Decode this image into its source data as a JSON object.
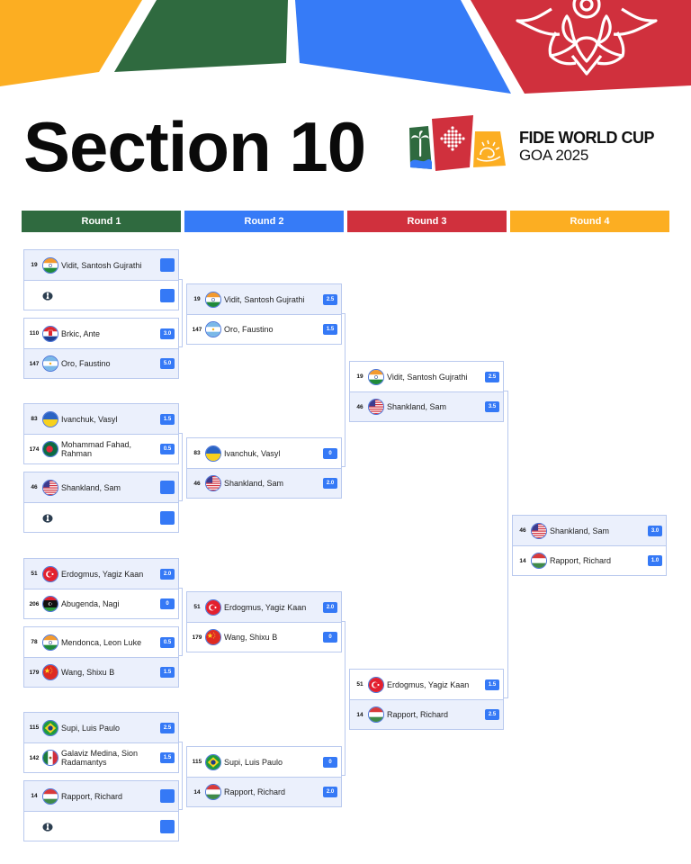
{
  "header": {
    "title": "Section 10",
    "logo_line1": "FIDE WORLD CUP",
    "logo_line2": "GOA 2025"
  },
  "colors": {
    "green": "#2f6a3f",
    "blue": "#367bf7",
    "red": "#d0303d",
    "yellow": "#fcae22",
    "win_row": "#ebf0fc",
    "score_badge": "#3579f6",
    "border": "#b9c9ee"
  },
  "rounds": [
    {
      "label": "Round 1",
      "color": "#2f6a3f"
    },
    {
      "label": "Round 2",
      "color": "#367bf7"
    },
    {
      "label": "Round 3",
      "color": "#d0303d"
    },
    {
      "label": "Round 4",
      "color": "#fcae22"
    }
  ],
  "round1": [
    {
      "players": [
        {
          "seed": "19",
          "flag": "india-flag-icon",
          "name": "Vidit, Santosh Gujrathi",
          "score": "",
          "winner": true
        },
        {
          "seed": "",
          "flag": "fide-logo-icon",
          "name": "",
          "score": "",
          "winner": false,
          "bye": true
        }
      ]
    },
    {
      "players": [
        {
          "seed": "110",
          "flag": "croatia-flag-icon",
          "name": "Brkic, Ante",
          "score": "3.0",
          "winner": false
        },
        {
          "seed": "147",
          "flag": "argentina-flag-icon",
          "name": "Oro, Faustino",
          "score": "5.0",
          "winner": true
        }
      ]
    },
    {
      "players": [
        {
          "seed": "83",
          "flag": "ukraine-flag-icon",
          "name": "Ivanchuk, Vasyl",
          "score": "1.5",
          "winner": true
        },
        {
          "seed": "174",
          "flag": "bangladesh-flag-icon",
          "name": "Mohammad Fahad, Rahman",
          "score": "0.5",
          "winner": false
        }
      ]
    },
    {
      "players": [
        {
          "seed": "46",
          "flag": "usa-flag-icon",
          "name": "Shankland, Sam",
          "score": "",
          "winner": true
        },
        {
          "seed": "",
          "flag": "fide-logo-icon",
          "name": "",
          "score": "",
          "winner": false,
          "bye": true
        }
      ]
    },
    {
      "players": [
        {
          "seed": "51",
          "flag": "turkey-flag-icon",
          "name": "Erdogmus, Yagiz Kaan",
          "score": "2.0",
          "winner": true
        },
        {
          "seed": "206",
          "flag": "libya-flag-icon",
          "name": "Abugenda, Nagi",
          "score": "0",
          "winner": false
        }
      ]
    },
    {
      "players": [
        {
          "seed": "78",
          "flag": "india-flag-icon",
          "name": "Mendonca, Leon Luke",
          "score": "0.5",
          "winner": false
        },
        {
          "seed": "179",
          "flag": "china-flag-icon",
          "name": "Wang, Shixu B",
          "score": "1.5",
          "winner": true
        }
      ]
    },
    {
      "players": [
        {
          "seed": "115",
          "flag": "brazil-flag-icon",
          "name": "Supi, Luis Paulo",
          "score": "2.5",
          "winner": true
        },
        {
          "seed": "142",
          "flag": "mexico-flag-icon",
          "name": "Galaviz Medina, Sion Radamantys",
          "score": "1.5",
          "winner": false
        }
      ]
    },
    {
      "players": [
        {
          "seed": "14",
          "flag": "hungary-flag-icon",
          "name": "Rapport, Richard",
          "score": "",
          "winner": true
        },
        {
          "seed": "",
          "flag": "fide-logo-icon",
          "name": "",
          "score": "",
          "winner": false,
          "bye": true
        }
      ]
    }
  ],
  "round2": [
    {
      "players": [
        {
          "seed": "19",
          "flag": "india-flag-icon",
          "name": "Vidit, Santosh Gujrathi",
          "score": "2.5",
          "winner": true
        },
        {
          "seed": "147",
          "flag": "argentina-flag-icon",
          "name": "Oro, Faustino",
          "score": "1.5",
          "winner": false
        }
      ]
    },
    {
      "players": [
        {
          "seed": "83",
          "flag": "ukraine-flag-icon",
          "name": "Ivanchuk, Vasyl",
          "score": "0",
          "winner": false
        },
        {
          "seed": "46",
          "flag": "usa-flag-icon",
          "name": "Shankland, Sam",
          "score": "2.0",
          "winner": true
        }
      ]
    },
    {
      "players": [
        {
          "seed": "51",
          "flag": "turkey-flag-icon",
          "name": "Erdogmus, Yagiz Kaan",
          "score": "2.0",
          "winner": true
        },
        {
          "seed": "179",
          "flag": "china-flag-icon",
          "name": "Wang, Shixu B",
          "score": "0",
          "winner": false
        }
      ]
    },
    {
      "players": [
        {
          "seed": "115",
          "flag": "brazil-flag-icon",
          "name": "Supi, Luis Paulo",
          "score": "0",
          "winner": false
        },
        {
          "seed": "14",
          "flag": "hungary-flag-icon",
          "name": "Rapport, Richard",
          "score": "2.0",
          "winner": true
        }
      ]
    }
  ],
  "round3": [
    {
      "players": [
        {
          "seed": "19",
          "flag": "india-flag-icon",
          "name": "Vidit, Santosh Gujrathi",
          "score": "2.5",
          "winner": false
        },
        {
          "seed": "46",
          "flag": "usa-flag-icon",
          "name": "Shankland, Sam",
          "score": "3.5",
          "winner": true
        }
      ]
    },
    {
      "players": [
        {
          "seed": "51",
          "flag": "turkey-flag-icon",
          "name": "Erdogmus, Yagiz Kaan",
          "score": "1.5",
          "winner": false
        },
        {
          "seed": "14",
          "flag": "hungary-flag-icon",
          "name": "Rapport, Richard",
          "score": "2.5",
          "winner": true
        }
      ]
    }
  ],
  "round4": [
    {
      "players": [
        {
          "seed": "46",
          "flag": "usa-flag-icon",
          "name": "Shankland, Sam",
          "score": "3.0",
          "winner": true
        },
        {
          "seed": "14",
          "flag": "hungary-flag-icon",
          "name": "Rapport, Richard",
          "score": "1.0",
          "winner": false
        }
      ]
    }
  ]
}
